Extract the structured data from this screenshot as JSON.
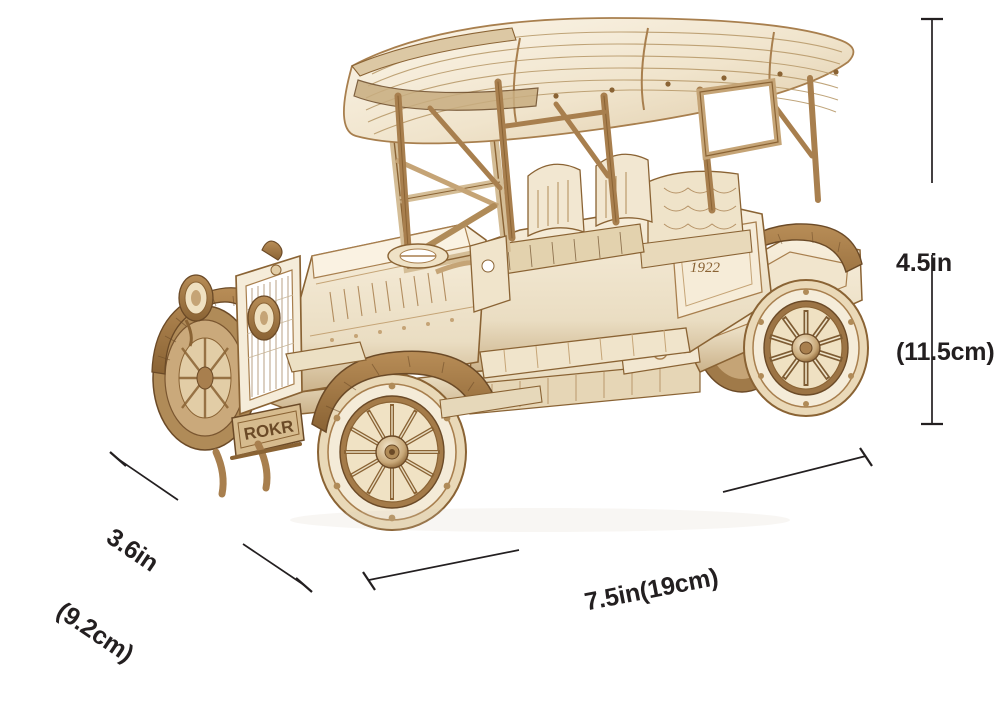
{
  "product": {
    "name": "ROKR wooden mechanical vintage car model",
    "type": "3D wooden puzzle kit",
    "plate_text": "ROKR",
    "year_badge": "1922",
    "material_colors": {
      "wood_light": "#f0e3cb",
      "wood_mid": "#d8c09a",
      "wood_dark": "#a87f4e",
      "wood_edge": "#6b4a27",
      "wood_shadow": "#8a6334",
      "line_color": "#231f20",
      "background": "#ffffff"
    }
  },
  "dimensions": {
    "height": {
      "inches": "4.5in",
      "metric": "(11.5cm)",
      "orientation": "vertical",
      "position": "right"
    },
    "depth": {
      "inches": "3.6in",
      "metric": "(9.2cm)",
      "orientation": "diagonal",
      "position": "bottom-left"
    },
    "width": {
      "combined": "7.5in(19cm)",
      "orientation": "horizontal",
      "position": "bottom"
    }
  }
}
